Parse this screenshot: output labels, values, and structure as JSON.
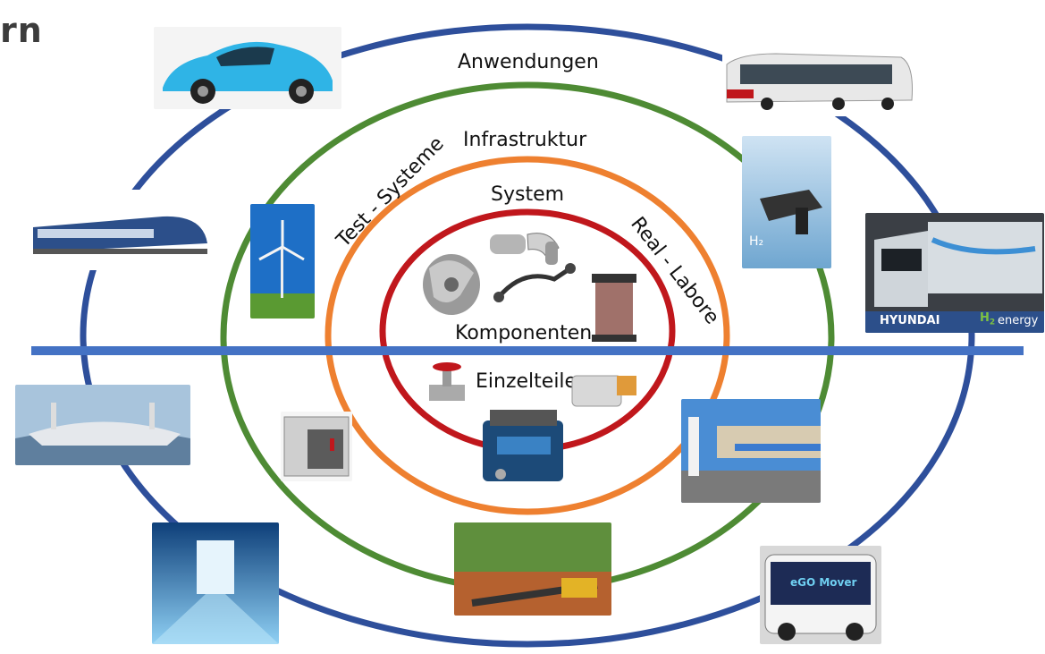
{
  "header": {
    "title_fragment": "rn"
  },
  "rings": {
    "outer": {
      "label": "Anwendungen",
      "color": "#2E4F9B"
    },
    "green": {
      "label": "Infrastruktur",
      "color": "#4E8B34"
    },
    "orange": {
      "label": "System",
      "color": "#EE8030"
    },
    "red": {
      "label": "Komponenten",
      "color": "#C0171C"
    }
  },
  "arc_labels": {
    "left": "Test - Systeme",
    "right": "Real - Labore"
  },
  "inner_label": "Einzelteile",
  "divider_color": "#4472C4",
  "tiles": {
    "car": "fuel-cell-car",
    "bus": "articulated-bus",
    "train": "hydrogen-train",
    "pump": "hydrogen-fuel-pump",
    "truck": "hyundai-truck",
    "truck_brand": "HYUNDAI",
    "truck_brand2": "energy",
    "truck_h2": "H",
    "truck_h2_sub": "2",
    "wind": "wind-turbine",
    "ship": "hydrogen-ship",
    "container": "electrolyzer-container",
    "station": "hydrogen-station",
    "datacenter": "data-center",
    "pipeline": "pipeline-construction",
    "shuttle": "ego-mover-shuttle",
    "shuttle_text": "eGO Mover"
  }
}
